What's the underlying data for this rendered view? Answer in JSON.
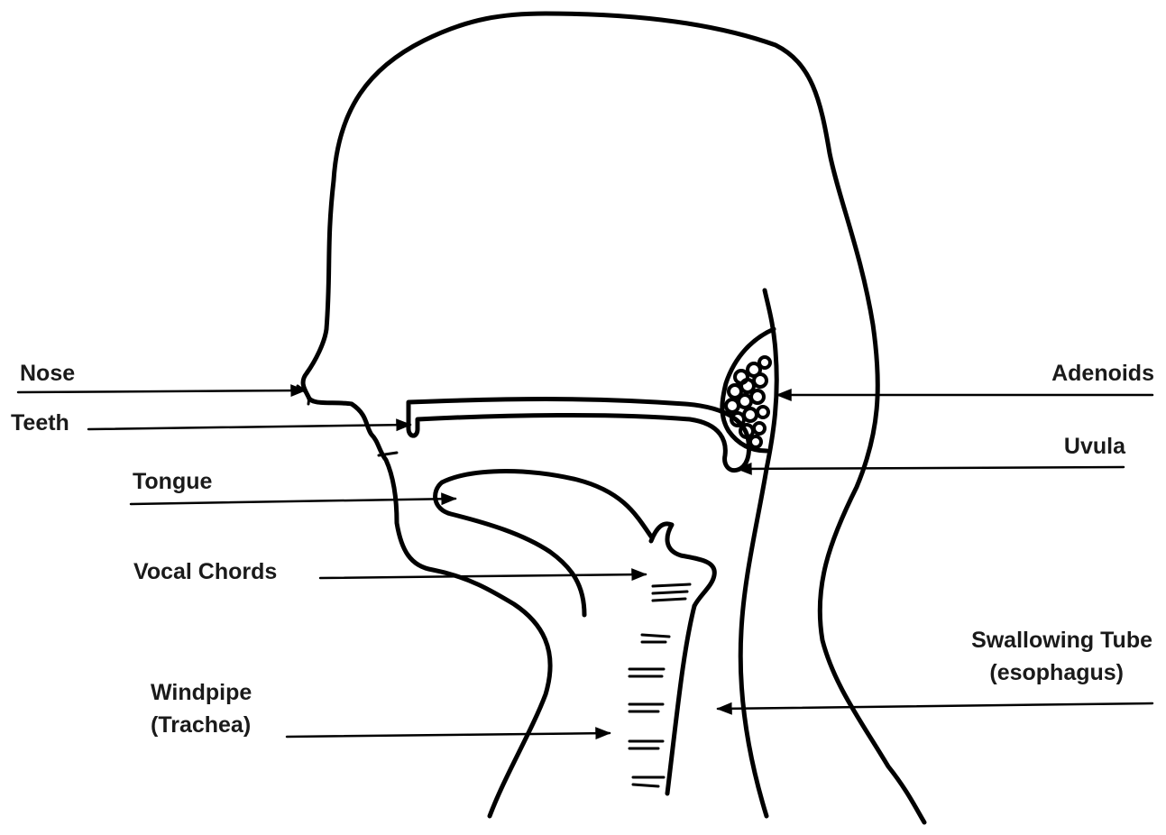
{
  "labels": {
    "nose": "Nose",
    "teeth": "Teeth",
    "tongue": "Tongue",
    "vocal_chords": "Vocal Chords",
    "windpipe_line1": "Windpipe",
    "windpipe_line2": "(Trachea)",
    "adenoids": "Adenoids",
    "uvula": "Uvula",
    "swallowing_line1": "Swallowing Tube",
    "swallowing_line2": "(esophagus)"
  },
  "colors": {
    "ink": "#000000",
    "text": "#1a1a1a",
    "background": "#ffffff"
  }
}
